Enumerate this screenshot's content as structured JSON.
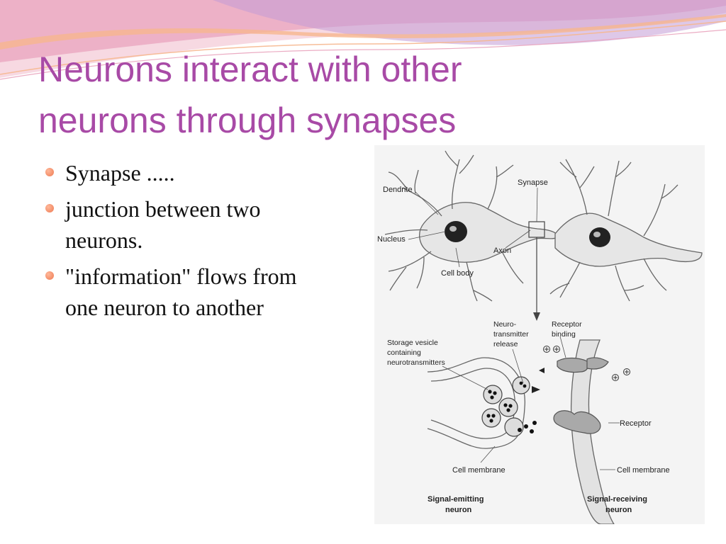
{
  "slide": {
    "title_line1": "Neurons interact with other",
    "title_line2": "neurons through synapses",
    "bullets": [
      {
        "text_line1": "Synapse .....",
        "text_line2": ""
      },
      {
        "text_line1": "junction between two",
        "text_line2": "neurons."
      },
      {
        "text_line1": "\"information\" flows from",
        "text_line2": "one neuron to another"
      }
    ],
    "colors": {
      "title": "#a84aa6",
      "bullet": "#ee7a52",
      "swoosh_pink": "#e9a3bd",
      "swoosh_purple": "#c39bd6",
      "swoosh_orange": "#f6b78e"
    }
  },
  "figure": {
    "labels": {
      "dendrite": "Dendrite",
      "synapse": "Synapse",
      "nucleus": "Nucleus",
      "axon": "Axon",
      "cell_body": "Cell body",
      "neurotransmitter_release_1": "Neuro-",
      "neurotransmitter_release_2": "transmitter",
      "neurotransmitter_release_3": "release",
      "receptor_binding_1": "Receptor",
      "receptor_binding_2": "binding",
      "storage_vesicle_1": "Storage vesicle",
      "storage_vesicle_2": "containing",
      "storage_vesicle_3": "neurotransmitters",
      "receptor": "Receptor",
      "cell_membrane_left": "Cell membrane",
      "cell_membrane_right": "Cell membrane",
      "signal_emitting_1": "Signal-emitting",
      "signal_emitting_2": "neuron",
      "signal_receiving_1": "Signal-receiving",
      "signal_receiving_2": "neuron"
    }
  }
}
